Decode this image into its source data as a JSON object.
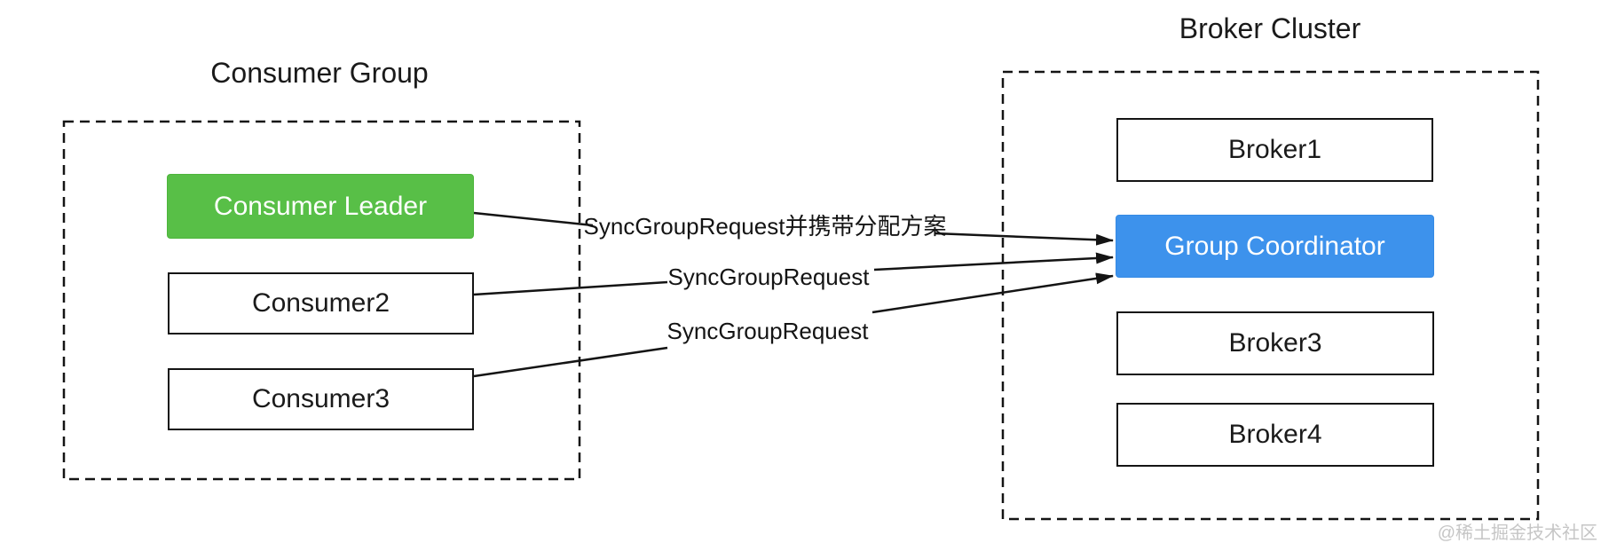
{
  "consumer_group": {
    "title": "Consumer Group",
    "nodes": [
      {
        "id": "consumer-leader",
        "label": "Consumer Leader",
        "variant": "leader"
      },
      {
        "id": "consumer2",
        "label": "Consumer2",
        "variant": "plain"
      },
      {
        "id": "consumer3",
        "label": "Consumer3",
        "variant": "plain"
      }
    ]
  },
  "broker_cluster": {
    "title": "Broker Cluster",
    "nodes": [
      {
        "id": "broker1",
        "label": "Broker1",
        "variant": "plain"
      },
      {
        "id": "group-coordinator",
        "label": "Group Coordinator",
        "variant": "coordinator"
      },
      {
        "id": "broker3",
        "label": "Broker3",
        "variant": "plain"
      },
      {
        "id": "broker4",
        "label": "Broker4",
        "variant": "plain"
      }
    ]
  },
  "edges": [
    {
      "from": "consumer-leader",
      "to": "group-coordinator",
      "label": "SyncGroupRequest并携带分配方案"
    },
    {
      "from": "consumer2",
      "to": "group-coordinator",
      "label": "SyncGroupRequest"
    },
    {
      "from": "consumer3",
      "to": "group-coordinator",
      "label": "SyncGroupRequest"
    }
  ],
  "colors": {
    "leader_green": "#58bf47",
    "coordinator_blue": "#3d92ec",
    "line_black": "#141414",
    "watermark_gray": "#c6c6c6"
  },
  "watermark": "@稀土掘金技术社区"
}
